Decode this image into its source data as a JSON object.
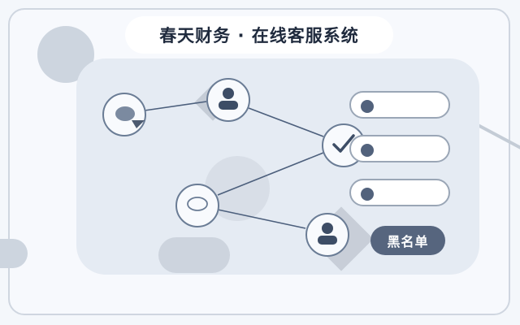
{
  "title": "春天财务 · 在线客服系统",
  "blacklist_label": "黑名单",
  "list_rows": [
    {
      "kind": "list-item"
    },
    {
      "kind": "list-item"
    },
    {
      "kind": "list-item"
    }
  ],
  "colors": {
    "background": "#f4f7fb",
    "panel": "#e5ebf3",
    "accent": "#56657e",
    "node_border": "#6a7c95",
    "link": "#4c5f7c"
  },
  "icons": [
    "chat-bubble-icon",
    "user-icon",
    "check-icon",
    "chat-bubble-outline-icon",
    "user-icon"
  ]
}
